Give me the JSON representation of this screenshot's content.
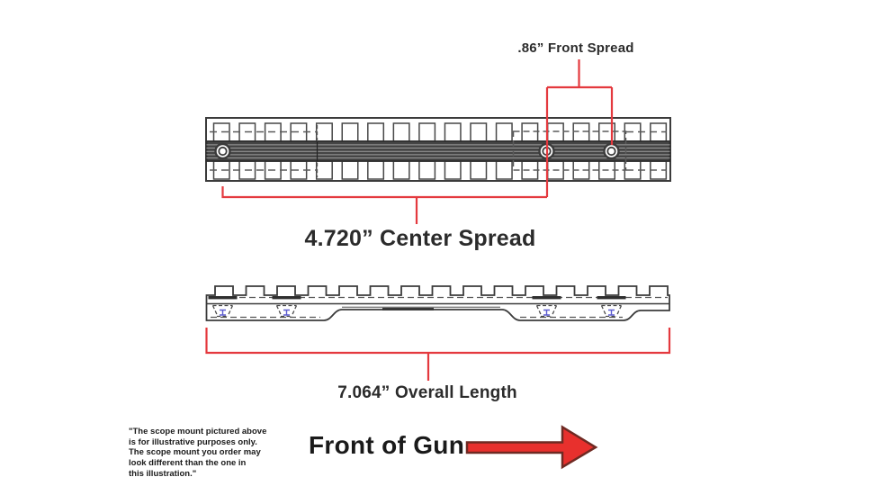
{
  "colors": {
    "dimension_red": "#e4393e",
    "arrow_fill": "#e8302d",
    "arrow_outline": "#6f2a23",
    "drawing_line": "#3b3b3b",
    "centerline_blue": "#5c5cd0",
    "label_text": "#2b2b2b"
  },
  "annotations": {
    "front_spread": ".86” Front Spread",
    "center_spread": "4.720” Center Spread",
    "overall_length": "7.064” Overall Length",
    "front_of_gun": "Front of Gun",
    "disclaimer": "\"The scope mount pictured above\nis for illustrative purposes only.\nThe scope mount you order may\nlook different than the one in\nthis illustration.\""
  }
}
